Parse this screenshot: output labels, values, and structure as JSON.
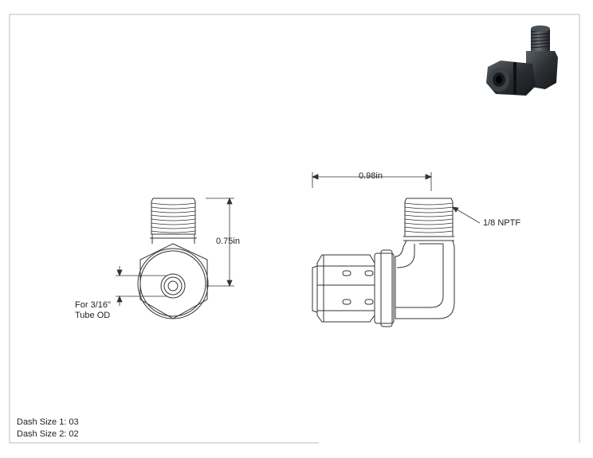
{
  "dimensions": {
    "height_label": "0.75in",
    "width_label": "0.98in",
    "thread_label": "1/8 NPTF"
  },
  "note": {
    "line1": "For 3/16\"",
    "line2": "Tube OD"
  },
  "dash_sizes": {
    "size1": "Dash Size 1: 03",
    "size2": "Dash Size 2: 02"
  },
  "colors": {
    "line": "#333333",
    "fitting_dark": "#2b2f33",
    "border": "#bdbdbd"
  }
}
